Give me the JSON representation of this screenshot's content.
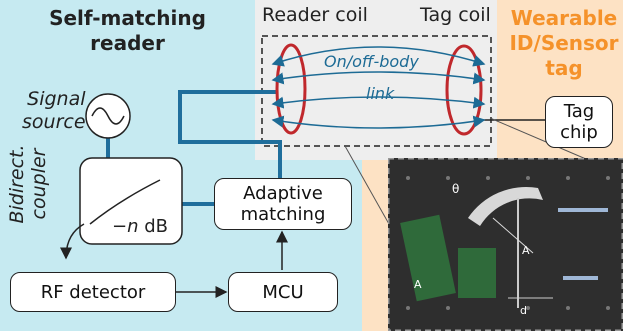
{
  "reader_section": {
    "title_line1": "Self-matching",
    "title_line2": "reader",
    "color": "#c6eaf1"
  },
  "tag_section": {
    "title_line1": "Wearable",
    "title_line2": "ID/Sensor",
    "title_line3": "tag",
    "color": "#fde2c4",
    "title_color": "#f5922a"
  },
  "coils": {
    "reader_label": "Reader coil",
    "tag_label": "Tag coil",
    "link_line1": "On/off-body",
    "link_line2": "link"
  },
  "signal_source": {
    "line1": "Signal",
    "line2": "source"
  },
  "coupler": {
    "line1": "Bidirect.",
    "line2": "coupler",
    "attenuation_sign": "−",
    "attenuation_var": "n",
    "attenuation_unit": " dB"
  },
  "blocks": {
    "adaptive_line1": "Adaptive",
    "adaptive_line2": "matching",
    "rf_detector": "RF detector",
    "mcu": "MCU",
    "tag_chip_line1": "Tag",
    "tag_chip_line2": "chip"
  },
  "photo_labels": {
    "theta": "θ",
    "a_tag": "A",
    "a_reader": "A",
    "d": "d"
  },
  "colors": {
    "wire": "#1f6e9c",
    "coil": "#c0282c",
    "arrow": "#1d6b95"
  }
}
